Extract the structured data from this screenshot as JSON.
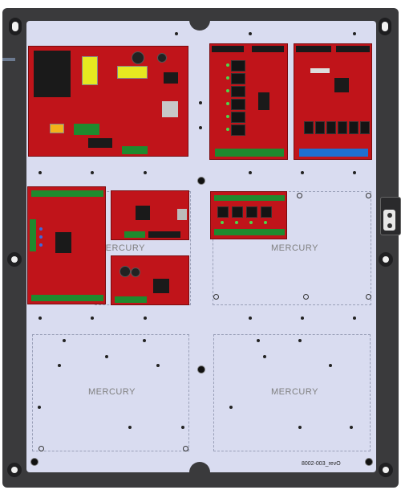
{
  "zones": [
    {
      "label": "MERCURY"
    },
    {
      "label": "MERCURY"
    },
    {
      "label": "MERCURY"
    },
    {
      "label": "MERCURY"
    }
  ],
  "part_number": "8002-003_revO",
  "icons": {
    "enclosure": "enclosure-frame",
    "mount": "mounting-hole-icon",
    "latch": "door-latch-icon"
  },
  "colors": {
    "enclosure": "#3a3a3c",
    "backplate": "#d9dcf0",
    "board": "#c0141a",
    "terminal_green": "#1f8a2e",
    "terminal_blue": "#1e6fd0"
  }
}
